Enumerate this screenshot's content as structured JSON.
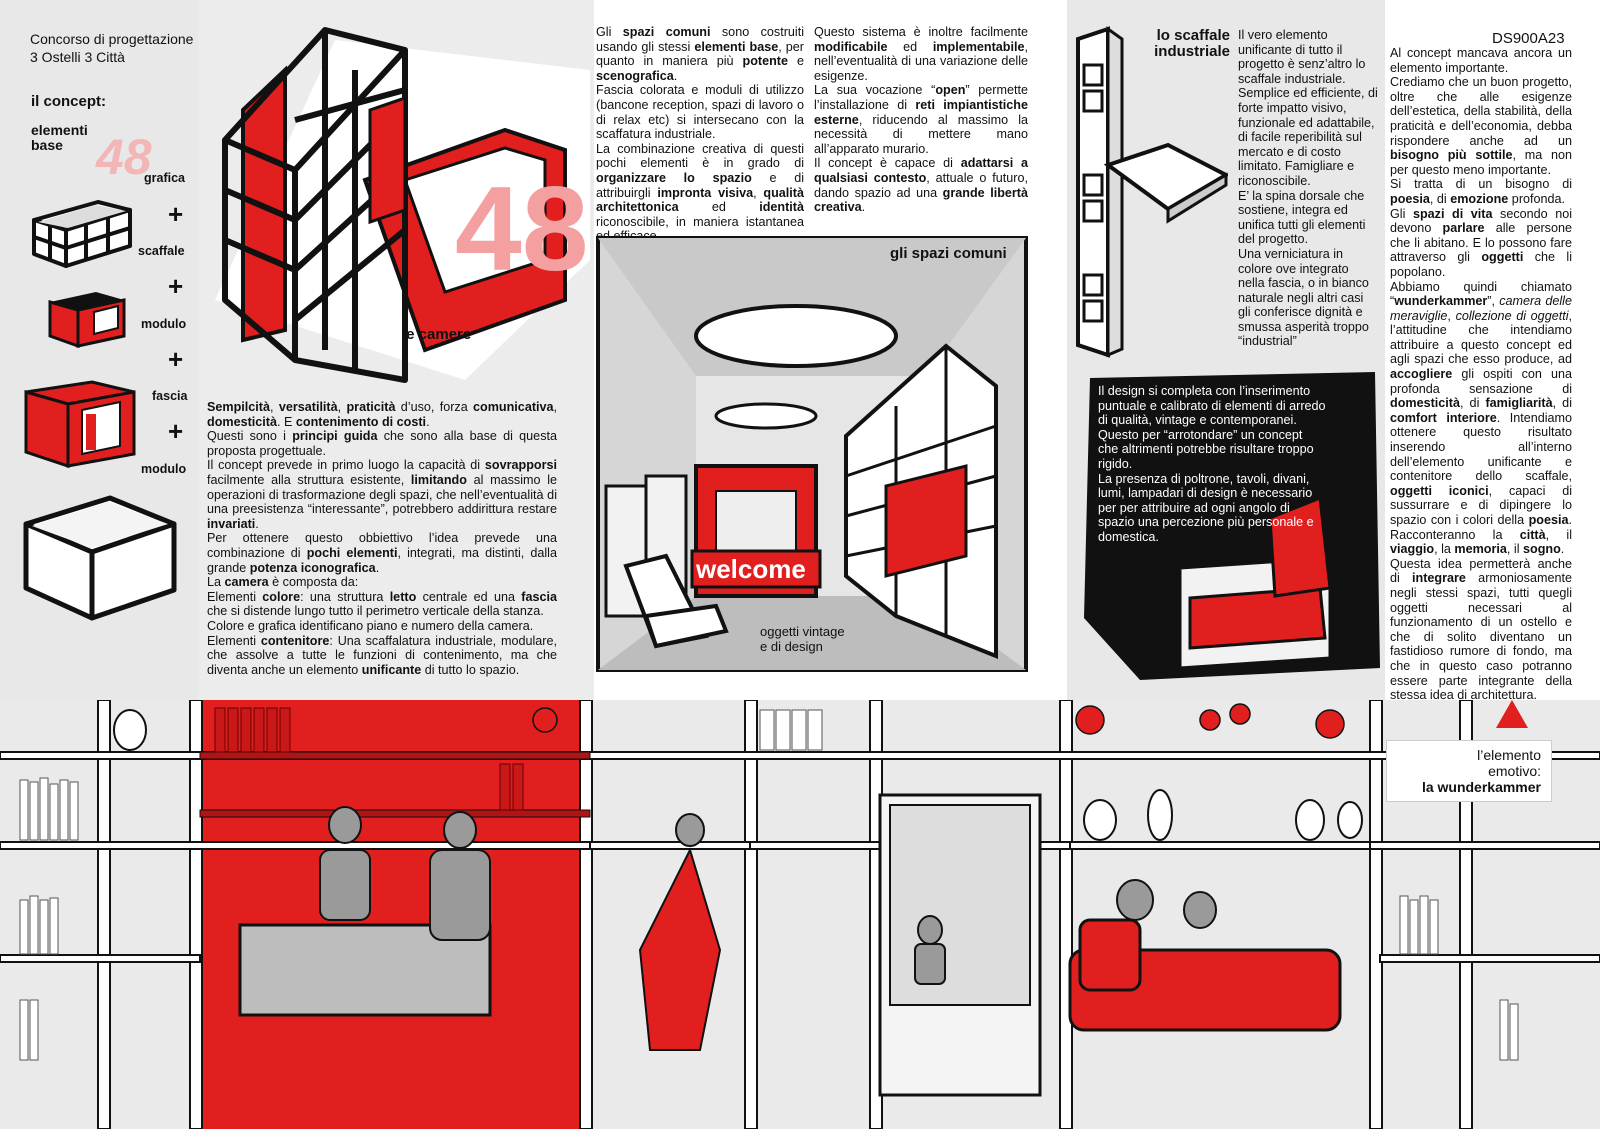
{
  "header": {
    "title_line1": "Concorso di progettazione",
    "title_line2": "3 Ostelli 3 Città",
    "code": "DS900A23"
  },
  "concept": {
    "heading": "il concept:",
    "subheading_line1": "elementi",
    "subheading_line2": "base",
    "number": "48",
    "labels": [
      "grafica",
      "+",
      "scaffale",
      "+",
      "modulo",
      "+",
      "fascia",
      "+",
      "modulo"
    ]
  },
  "rooms": {
    "caption": "le camere",
    "number_on_wall": "48",
    "text": [
      [
        {
          "b": "Sempilcità"
        },
        {
          "t": ", "
        },
        {
          "b": "versatilità"
        },
        {
          "t": ", "
        },
        {
          "b": "praticità"
        },
        {
          "t": " d’uso, forza "
        },
        {
          "b": "comunicativa"
        },
        {
          "t": ", "
        },
        {
          "b": "domesticità"
        },
        {
          "t": ". E "
        },
        {
          "b": "contenimento di costi"
        },
        {
          "t": "."
        }
      ],
      [
        {
          "t": "Questi sono i "
        },
        {
          "b": "principi guida"
        },
        {
          "t": " che sono alla base di questa proposta progettuale."
        }
      ],
      [
        {
          "t": "Il concept prevede in primo luogo la capacità di "
        },
        {
          "b": "sovrapporsi"
        },
        {
          "t": " facilmente alla struttura esistente, "
        },
        {
          "b": "limitando"
        },
        {
          "t": " al massimo le operazioni di trasformazione degli spazi, che nell’eventualità di una preesistenza “interessante”, potrebbero addirittura restare "
        },
        {
          "b": "invariati"
        },
        {
          "t": "."
        }
      ],
      [
        {
          "t": "Per ottenere questo obbiettivo l’idea prevede una combinazione di "
        },
        {
          "b": "pochi elementi"
        },
        {
          "t": ", integrati, ma distinti, dalla grande "
        },
        {
          "b": "potenza iconografica"
        },
        {
          "t": "."
        }
      ],
      [
        {
          "t": "La "
        },
        {
          "b": "camera"
        },
        {
          "t": " è composta da:"
        }
      ],
      [
        {
          "t": "Elementi "
        },
        {
          "b": "colore"
        },
        {
          "t": ": una struttura "
        },
        {
          "b": "letto"
        },
        {
          "t": " centrale ed una "
        },
        {
          "b": "fascia"
        },
        {
          "t": " che si distende lungo tutto il perimetro verticale della stanza."
        }
      ],
      [
        {
          "t": "Colore e grafica identificano piano e numero della camera."
        }
      ],
      [
        {
          "t": "Elementi "
        },
        {
          "b": "contenitore"
        },
        {
          "t": ": Una scaffalatura industriale, modulare, che assolve a tutte le funzioni di contenimento, ma che diventa anche un elemento "
        },
        {
          "b": "unificante"
        },
        {
          "t": " di tutto lo spazio."
        }
      ]
    ]
  },
  "common": {
    "text": [
      [
        {
          "t": "Gli "
        },
        {
          "b": "spazi comuni"
        },
        {
          "t": " sono costruiti usando gli stessi "
        },
        {
          "b": "elementi base"
        },
        {
          "t": ", per quanto in maniera più "
        },
        {
          "b": "potente"
        },
        {
          "t": " e "
        },
        {
          "b": "scenografica"
        },
        {
          "t": "."
        }
      ],
      [
        {
          "t": "Fascia colorata e moduli di utilizzo (bancone reception, spazi di lavoro o di relax etc) si intersecano con la scaffatura industriale."
        }
      ],
      [
        {
          "t": "La combinazione creativa di questi pochi elementi è in grado di "
        },
        {
          "b": "organizzare lo spazio"
        },
        {
          "t": " e di attribuirgli "
        },
        {
          "b": "impronta visiva"
        },
        {
          "t": ", "
        },
        {
          "b": "qualità architettonica"
        },
        {
          "t": " ed "
        },
        {
          "b": "identità"
        },
        {
          "t": " riconoscibile, in maniera istantanea ed efficace."
        }
      ],
      [
        {
          "t": "Questo sistema è inoltre facilmente "
        },
        {
          "b": "modificabile"
        },
        {
          "t": " ed "
        },
        {
          "b": "implementabile"
        },
        {
          "t": ", nell’eventualità di una variazione delle esigenze."
        }
      ],
      [
        {
          "t": "La sua vocazione “"
        },
        {
          "b": "open"
        },
        {
          "t": "” permette l’installazione di "
        },
        {
          "b": "reti impiantistiche esterne"
        },
        {
          "t": ", riducendo al massimo la necessità di mettere mano all’apparato murario."
        }
      ],
      [
        {
          "t": "Il concept è capace di "
        },
        {
          "b": "adattarsi a qualsiasi contesto"
        },
        {
          "t": ", attuale o futuro, dando spazio ad una "
        },
        {
          "b": "grande libertà creativa"
        },
        {
          "t": "."
        }
      ]
    ],
    "caption": "gli spazi comuni",
    "welcome": "welcome",
    "vintage_line1": "oggetti vintage",
    "vintage_line2": "e di design"
  },
  "shelf": {
    "title_line1": "lo scaffale",
    "title_line2": "industriale",
    "text": [
      [
        {
          "t": "Il vero elemento unificante di tutto il progetto è senz’altro lo scaffale industriale."
        }
      ],
      [
        {
          "t": "Semplice ed efficiente, di forte impatto visivo, funzionale ed adattabile, di facile reperibilità sul mercato e di costo limitato. Famigliare e riconoscibile."
        }
      ],
      [
        {
          "t": "E’ la spina dorsale che sostiene, integra ed unifica tutti gli elementi del progetto."
        }
      ],
      [
        {
          "t": "Una verniciatura in colore ove integrato nella fascia, o in bianco naturale negli altri casi gli conferisce dignità e smussa asperità troppo “industrial”"
        }
      ]
    ]
  },
  "design": {
    "text": [
      [
        {
          "t": "Il design si completa con l’inserimento puntuale e calibrato di elementi di arredo di qualità, vintage e contemporanei."
        }
      ],
      [
        {
          "t": "Questo per “arrotondare” un concept che altrimenti potrebbe risultare troppo rigido."
        }
      ],
      [
        {
          "t": "La presenza di poltrone, tavoli, divani, lumi, lampadari di design è necessario per per attribuire ad ogni angolo di spazio una percezione più personale e domestica."
        }
      ]
    ]
  },
  "wunder": {
    "text": [
      [
        {
          "t": "Al concept mancava ancora un elemento importante."
        }
      ],
      [
        {
          "t": "Crediamo che un buon progetto, oltre che alle esigenze dell’estetica, della stabilità, della praticità e dell’economia, debba rispondere anche ad un "
        },
        {
          "b": "bisogno più sottile"
        },
        {
          "t": ", ma non per questo meno importante."
        }
      ],
      [
        {
          "t": "Si tratta di un bisogno di "
        },
        {
          "b": "poesia"
        },
        {
          "t": ", di "
        },
        {
          "b": "emozione"
        },
        {
          "t": " profonda."
        }
      ],
      [
        {
          "t": "Gli "
        },
        {
          "b": "spazi di vita"
        },
        {
          "t": " secondo noi devono "
        },
        {
          "b": "parlare"
        },
        {
          "t": " alle persone che li abitano. E lo possono fare attraverso gli "
        },
        {
          "b": "oggetti"
        },
        {
          "t": " che li popolano."
        }
      ],
      [
        {
          "t": "Abbiamo quindi chiamato “"
        },
        {
          "b": "wunderkammer"
        },
        {
          "t": "”, "
        },
        {
          "i": "camera delle meraviglie"
        },
        {
          "t": ", "
        },
        {
          "i": "collezione di oggetti"
        },
        {
          "t": ", l’attitudine che intendiamo attribuire a questo concept ed agli spazi che esso produce, ad "
        },
        {
          "b": "accogliere"
        },
        {
          "t": " gli ospiti con una profonda sensazione di "
        },
        {
          "b": "domesticità"
        },
        {
          "t": ", di "
        },
        {
          "b": "famigliarità"
        },
        {
          "t": ", di "
        },
        {
          "b": "comfort interiore"
        },
        {
          "t": ". Intendiamo ottenere questo risultato inserendo all’interno dell’elemento unificante e contenitore dello scaffale, "
        },
        {
          "b": "oggetti iconici"
        },
        {
          "t": ", capaci di sussurrare e di dipingere lo spazio con i colori della "
        },
        {
          "b": "poesia"
        },
        {
          "t": ". Racconteranno la "
        },
        {
          "b": "città"
        },
        {
          "t": ", il "
        },
        {
          "b": "viaggio"
        },
        {
          "t": ", la "
        },
        {
          "b": "memoria"
        },
        {
          "t": ", il "
        },
        {
          "b": "sogno"
        },
        {
          "t": "."
        }
      ],
      [
        {
          "t": "Questa idea permetterà anche di "
        },
        {
          "b": "integrare"
        },
        {
          "t": " armoniosamente negli stessi spazi, tutti quegli oggetti necessari al funzionamento di un ostello e che di solito diventano un fastidioso rumore di fondo, ma che in questo caso potranno essere parte integrante della stessa idea di architettura."
        }
      ]
    ],
    "label_line1": "l’elemento",
    "label_line2": "emotivo:",
    "label_line3": "la wunderkammer"
  },
  "colors": {
    "accent": "#e21f1f",
    "band": "#e8e8e8",
    "dark": "#111111"
  }
}
